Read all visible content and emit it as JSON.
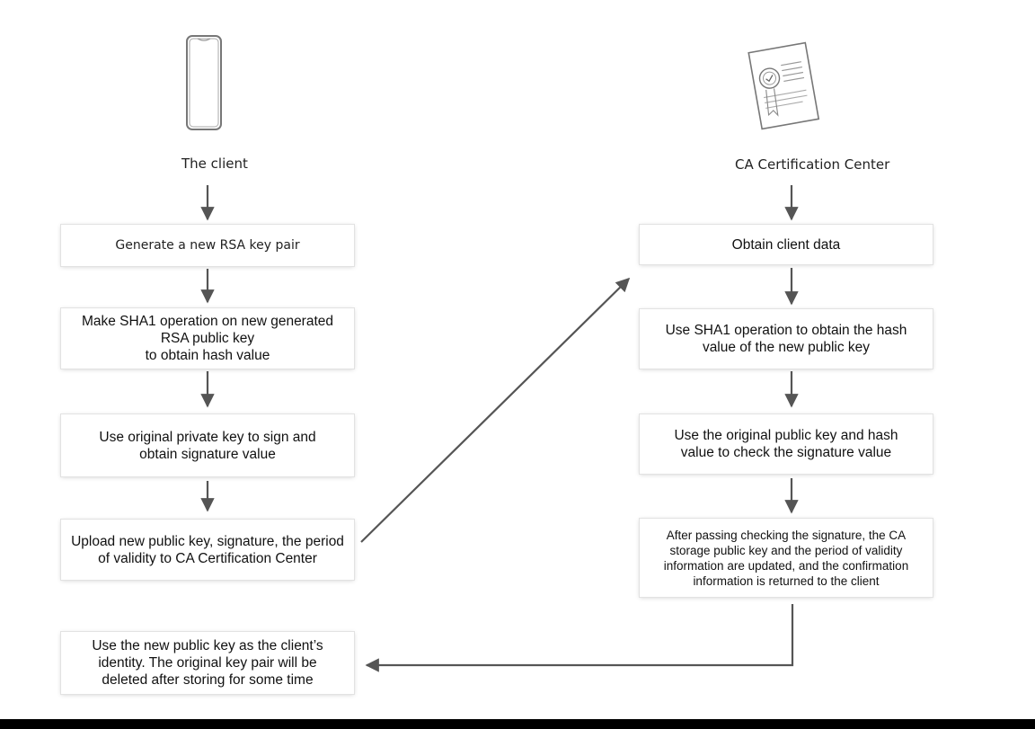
{
  "client": {
    "title": "The client",
    "steps": [
      "Generate a new RSA key pair",
      [
        "Make SHA1 operation on new generated",
        "RSA public key",
        "to obtain hash value"
      ],
      [
        "Use original private key to sign and",
        "obtain signature value"
      ],
      [
        "Upload new public key, signature, the period",
        "of validity to CA Certification Center"
      ],
      [
        "Use the new public key as the client’s",
        "identity. The original key pair will be",
        "deleted after storing for some time"
      ]
    ]
  },
  "ca": {
    "title": "CA Certification Center",
    "steps": [
      "Obtain client data",
      [
        "Use SHA1 operation to obtain the hash",
        "value of the new public key"
      ],
      [
        "Use the original public key and hash",
        "value to check the signature value"
      ],
      [
        "After passing checking the signature, the CA",
        "storage public key and the period of validity",
        "information are updated, and the confirmation",
        "information is  returned to the client"
      ]
    ]
  },
  "icons": {
    "client": "smartphone-icon",
    "ca": "certificate-icon"
  },
  "colors": {
    "arrow": "#555555",
    "box_border": "#e2e2e2"
  }
}
